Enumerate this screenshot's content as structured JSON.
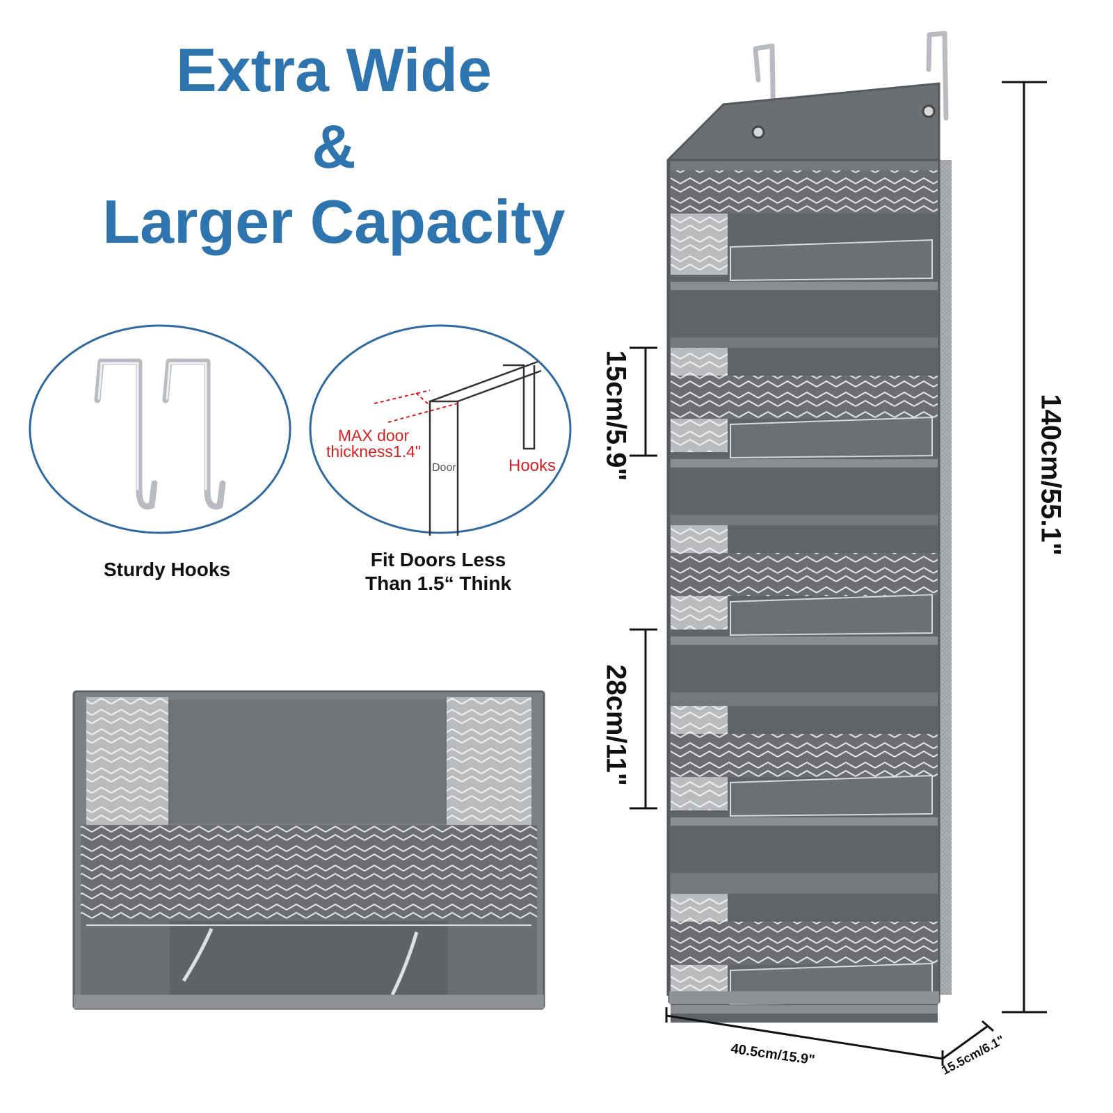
{
  "headline": {
    "line1": "Extra Wide",
    "line2": "&",
    "line3": "Larger Capacity"
  },
  "feature_hooks": {
    "caption": "Sturdy Hooks"
  },
  "feature_door": {
    "max_label_line1": "MAX door",
    "max_label_line2": "thickness1.4\"",
    "door_label": "Door",
    "hooks_label": "Hooks",
    "caption_line1": "Fit Doors Less",
    "caption_line2": "Than 1.5“ Think"
  },
  "dimensions": {
    "total_height": "140cm/55.1\"",
    "small_pocket": "15cm/5.9\"",
    "large_pocket": "28cm/11\"",
    "width": "40.5cm/15.9\"",
    "depth": "15.5cm/6.1\""
  },
  "colors": {
    "headline": "#2e75b0",
    "circle_border": "#2e6aa0",
    "fabric_dark": "#555a5f",
    "fabric_light": "#8c9094",
    "annotation_red": "#d62020"
  }
}
